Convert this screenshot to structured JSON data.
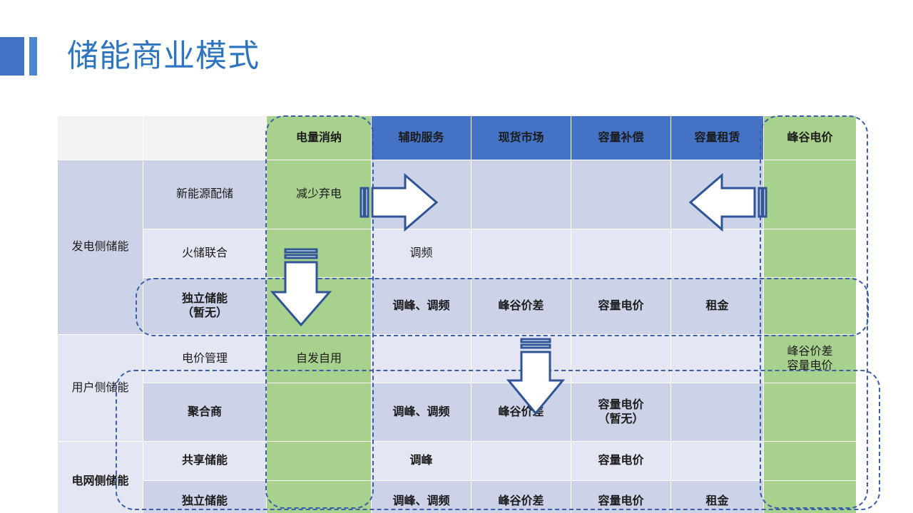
{
  "slide": {
    "title": "储能商业模式",
    "accent_color": "#4472c4",
    "title_color": "#2e75c0",
    "green": "#a9d18e",
    "blue": "#4472c4",
    "dash_color": "#3b5fa8"
  },
  "table": {
    "header": {
      "blank_group": "",
      "blank_sub": "",
      "columns": [
        {
          "label": "电量消纳",
          "style": "green"
        },
        {
          "label": "辅助服务",
          "style": "blue"
        },
        {
          "label": "现货市场",
          "style": "blue"
        },
        {
          "label": "容量补偿",
          "style": "blue"
        },
        {
          "label": "容量租赁",
          "style": "blue"
        },
        {
          "label": "峰谷电价",
          "style": "green"
        }
      ]
    },
    "groups": [
      {
        "label": "发电侧储能",
        "rows": 3
      },
      {
        "label": "用户侧储能",
        "rows": 2
      },
      {
        "label": "电网侧储能",
        "rows": 2
      }
    ],
    "rows": [
      {
        "group": "发电侧储能",
        "sub": "新能源配储",
        "cells": [
          "减少弃电",
          "",
          "",
          "",
          "",
          ""
        ]
      },
      {
        "group": "发电侧储能",
        "sub": "火储联合",
        "cells": [
          "",
          "调频",
          "",
          "",
          "",
          ""
        ]
      },
      {
        "group": "发电侧储能",
        "sub": "独立储能\n（暂无）",
        "cells": [
          "",
          "调峰、调频",
          "峰谷价差",
          "容量电价",
          "租金",
          ""
        ]
      },
      {
        "group": "用户侧储能",
        "sub": "电价管理",
        "cells": [
          "自发自用",
          "",
          "",
          "",
          "",
          "峰谷价差\n容量电价"
        ]
      },
      {
        "group": "用户侧储能",
        "sub": "聚合商",
        "cells": [
          "",
          "调峰、调频",
          "峰谷价差",
          "容量电价\n（暂无）",
          "",
          ""
        ]
      },
      {
        "group": "电网侧储能",
        "sub": "共享储能",
        "cells": [
          "",
          "调峰",
          "",
          "容量电价",
          "",
          ""
        ]
      },
      {
        "group": "电网侧储能",
        "sub": "独立储能",
        "cells": [
          "",
          "调峰、调频",
          "峰谷价差",
          "容量电价",
          "租金",
          ""
        ]
      }
    ]
  },
  "annotations": {
    "arrows": [
      {
        "name": "arrow-right-from-power-consumption",
        "direction": "right"
      },
      {
        "name": "arrow-left-from-peak-valley-price",
        "direction": "left"
      },
      {
        "name": "arrow-down-in-power-consumption-column",
        "direction": "down"
      },
      {
        "name": "arrow-down-in-capacity-compensation-column",
        "direction": "down"
      }
    ],
    "highlight_boxes": [
      {
        "name": "highlight-column-power-consumption"
      },
      {
        "name": "highlight-column-peak-valley-price"
      },
      {
        "name": "highlight-row-independent-storage-generation"
      },
      {
        "name": "highlight-rows-aggregator-shared-independent"
      }
    ]
  }
}
